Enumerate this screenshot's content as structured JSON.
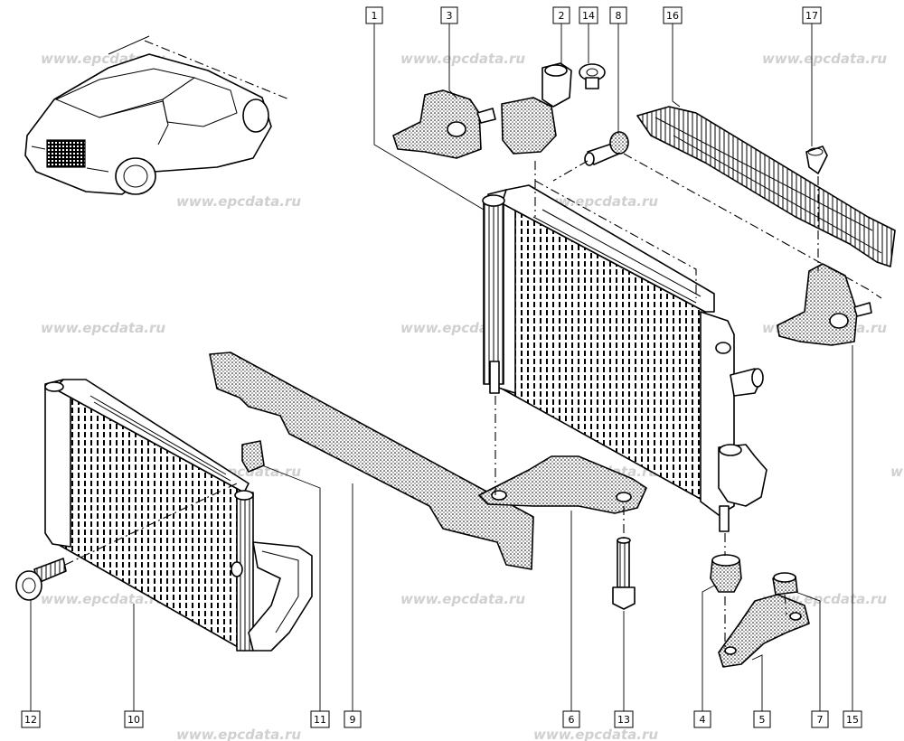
{
  "watermark": "www.epcdata.ru",
  "callouts": {
    "c1": "1",
    "c2": "2",
    "c3": "3",
    "c4": "4",
    "c5": "5",
    "c6": "6",
    "c7": "7",
    "c8": "8",
    "c9": "9",
    "c10": "10",
    "c11": "11",
    "c12": "12",
    "c13": "13",
    "c14": "14",
    "c15": "15",
    "c16": "16",
    "c17": "17"
  },
  "colors": {
    "line": "#000000",
    "watermark": "#d0d0d0",
    "hatch": "#000000"
  }
}
